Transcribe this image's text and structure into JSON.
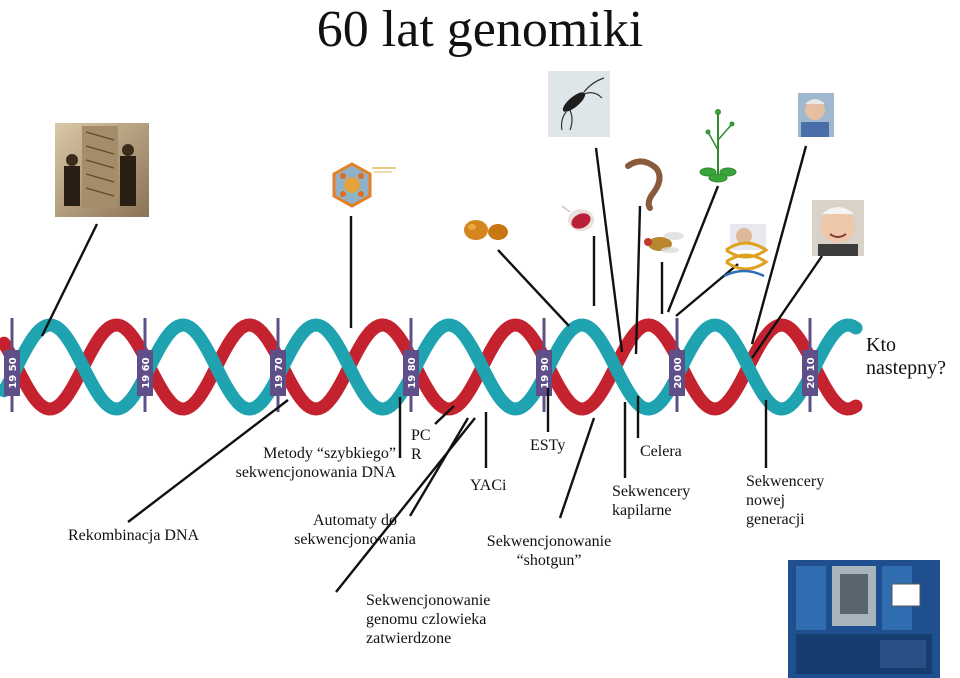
{
  "title": "60 lat genomiki",
  "next": {
    "line1": "Kto",
    "line2": "nastepny?"
  },
  "years": [
    "19 50",
    "19 60",
    "19 70",
    "19 80",
    "19 90",
    "20 00",
    "20 10"
  ],
  "colors": {
    "red": "#c4222e",
    "teal": "#1fa3b0",
    "tick": "#5f4f88"
  },
  "labels": {
    "rekombinacja": "Rekombinacja DNA",
    "metody_1": "Metody “szybkiego”",
    "metody_2": "sekwencjonowania DNA",
    "pcr_1": "PC",
    "pcr_2": "R",
    "automaty_1": "Automaty do",
    "automaty_2": "sekwencjonowania",
    "yac": "YACi",
    "esty": "ESTy",
    "shotgun_1": "Sekwencjonowanie",
    "shotgun_2": "“shotgun”",
    "genom_1": "Sekwencjonowanie",
    "genom_2": "genomu czlowieka",
    "genom_3": "zatwierdzone",
    "celera": "Celera",
    "kapilarne_1": "Sekwencery",
    "kapilarne_2": "kapilarne",
    "nowej_1": "Sekwencery",
    "nowej_2": "nowej",
    "nowej_3": "generacji"
  },
  "pictures": [
    "watson-crick-photo",
    "virus-capsid",
    "yeast-cells",
    "ecoli-bacterium",
    "bacterium-micrograph",
    "nematode-worm",
    "fruit-fly",
    "arabidopsis-plant",
    "scientist-portrait-helix",
    "scientist-portrait-elder",
    "scientist-portrait-smiling",
    "sequencer-instrument"
  ]
}
